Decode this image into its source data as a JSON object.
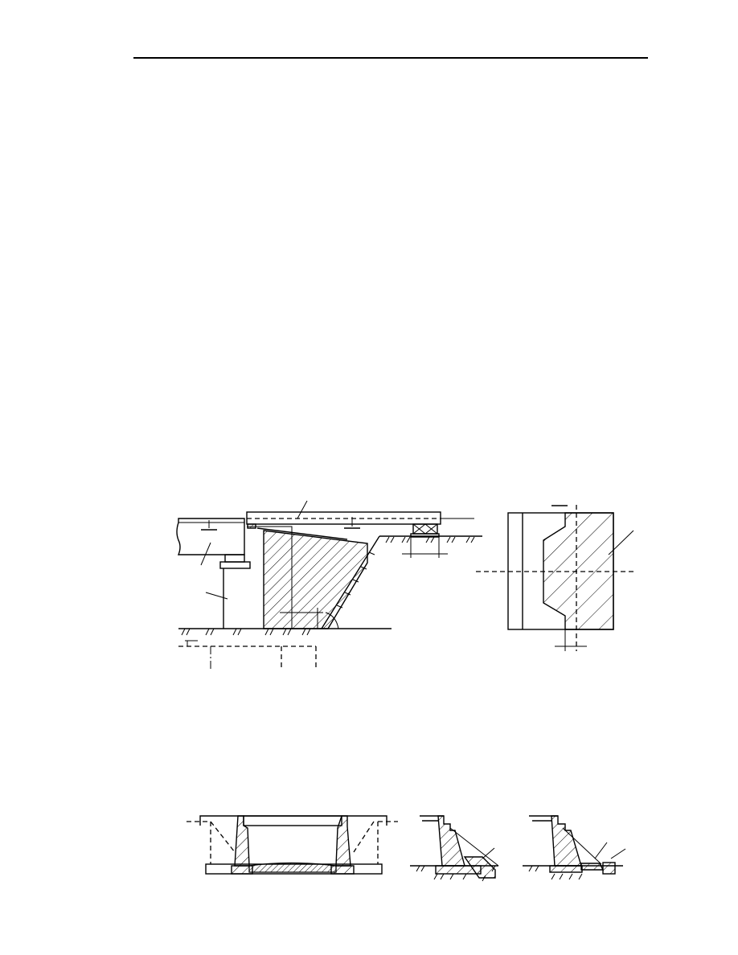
{
  "page": {
    "colors": {
      "ink": "#000000",
      "paper": "#ffffff"
    }
  },
  "figures": [
    {
      "id": "bridge-abutment-elevation"
    },
    {
      "id": "abutment-plan-section"
    },
    {
      "id": "bridge-cross-section"
    },
    {
      "id": "retaining-wall-section-a"
    },
    {
      "id": "retaining-wall-section-b"
    }
  ]
}
